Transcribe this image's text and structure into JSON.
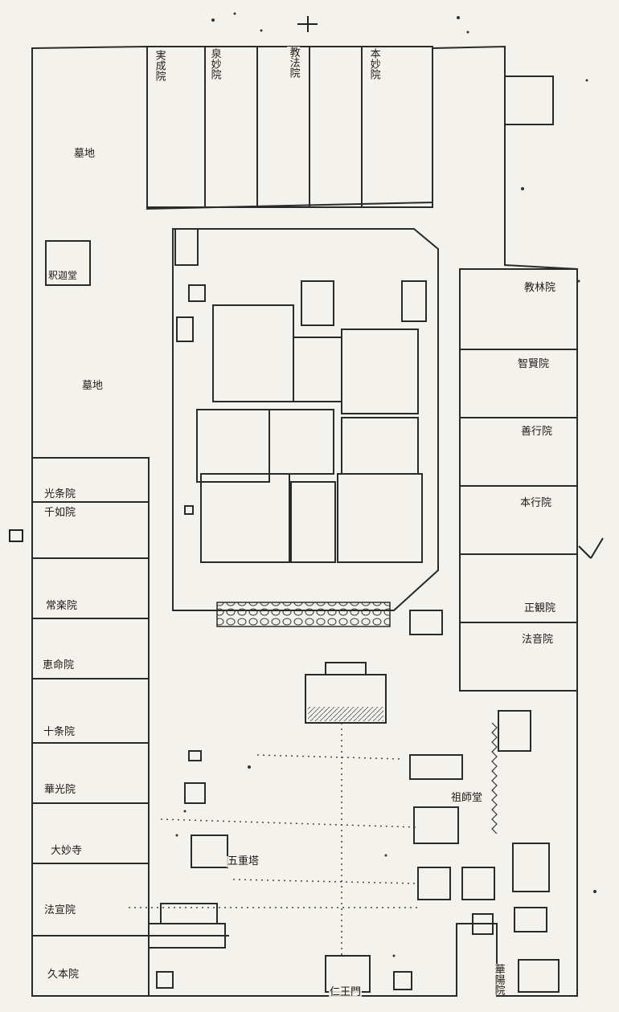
{
  "labels": {
    "jitsujoin": "実成院",
    "senmyoin": "泉妙院",
    "kyohoin": "教法院",
    "honmyoin": "本妙院",
    "bochi_upper": "墓地",
    "shakado": "釈迦堂",
    "bochi_lower": "墓地",
    "kojoin": "光条院",
    "sennyoin": "千如院",
    "jorakuin": "常楽院",
    "emyoin": "恵命院",
    "jujoin": "十条院",
    "kekoin": "華光院",
    "daimyoji": "大妙寺",
    "hosenin": "法宣院",
    "kumotoin": "久本院",
    "kyorinin": "教林院",
    "chikenin": "智賢院",
    "zengyoin": "善行院",
    "hongyoin": "本行院",
    "shokanin": "正観院",
    "hoonin": "法音院",
    "soshido": "祖師堂",
    "gojunoto": "五重塔",
    "niomon": "仁王門",
    "keyoin": "華陽院"
  },
  "colors": {
    "paper": "#f4f2ec",
    "ink": "#222222"
  }
}
